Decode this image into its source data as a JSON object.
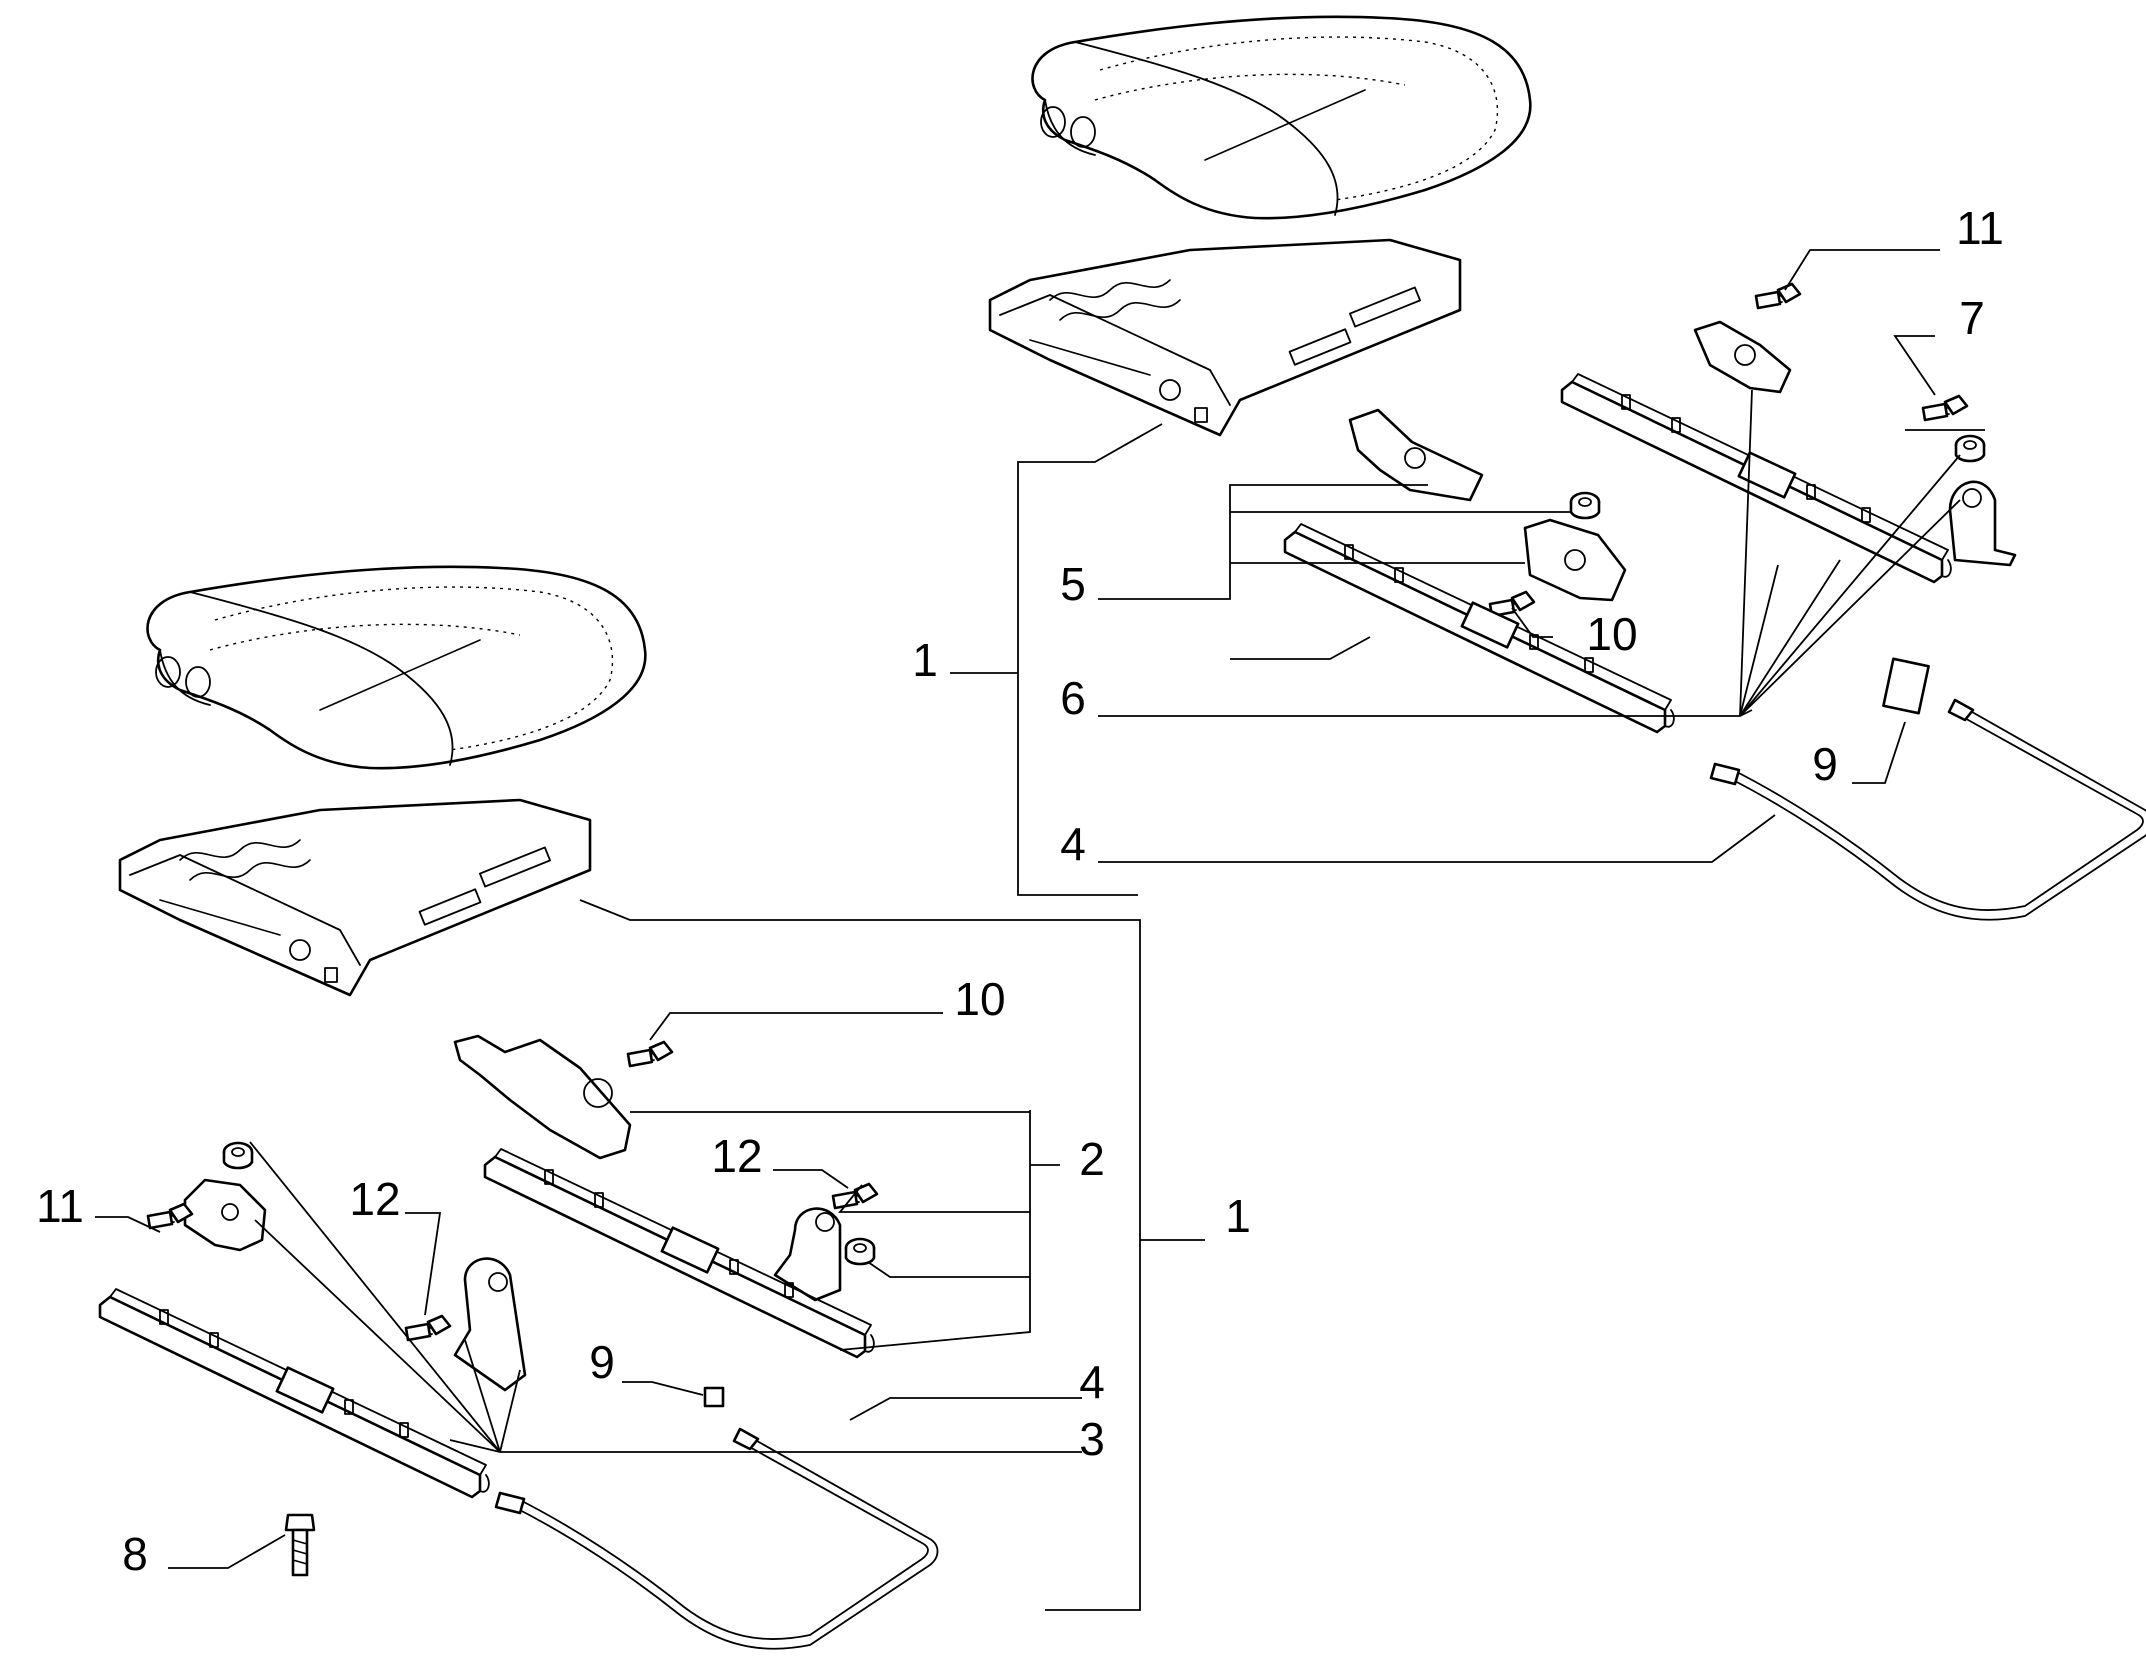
{
  "callouts": {
    "top": {
      "c1": "1",
      "c4": "4",
      "c5": "5",
      "c6": "6",
      "c7": "7",
      "c9": "9",
      "c10": "10",
      "c11": "11"
    },
    "bottom": {
      "c1": "1",
      "c2": "2",
      "c3": "3",
      "c4": "4",
      "c8": "8",
      "c9": "9",
      "c10": "10",
      "c11": "11",
      "c12a": "12",
      "c12b": "12"
    }
  },
  "colors": {
    "line": "#000000",
    "background": "#ffffff"
  }
}
